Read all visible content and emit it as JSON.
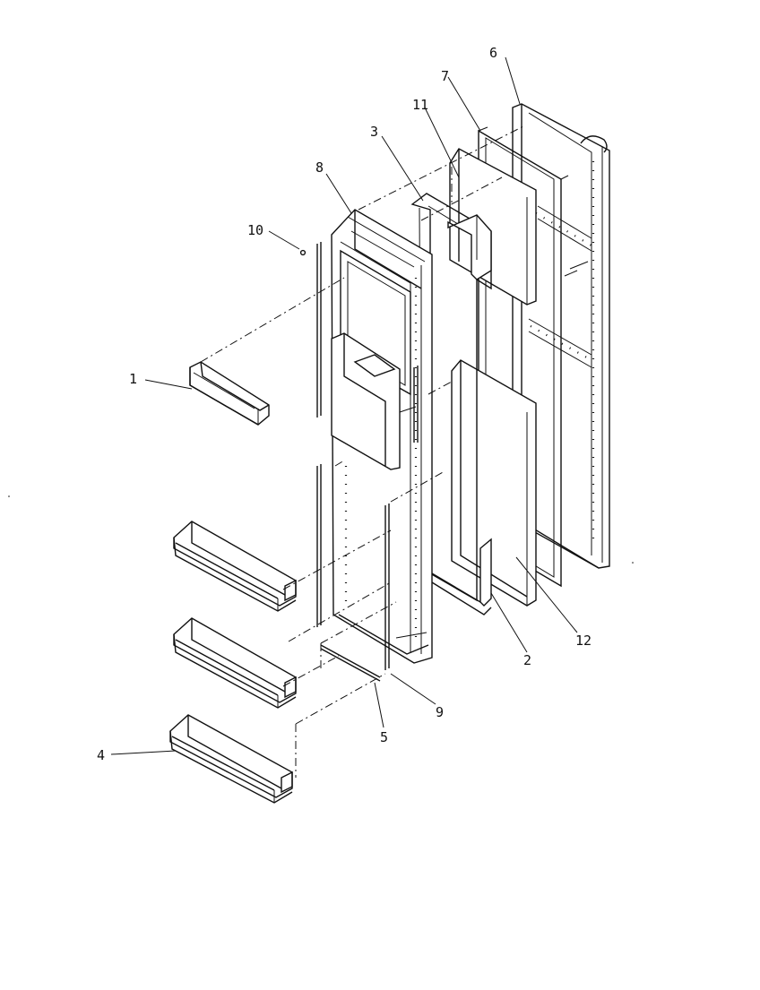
{
  "diagram": {
    "callouts": {
      "p1": "1",
      "p2": "2",
      "p3": "3",
      "p4": "4",
      "p5": "5",
      "p6": "6",
      "p7": "7",
      "p8": "8",
      "p9": "9",
      "p10": "10",
      "p11": "11",
      "p12": "12"
    }
  }
}
